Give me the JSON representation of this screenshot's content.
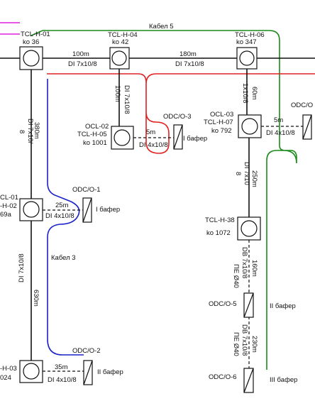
{
  "cables": {
    "cable5": "Кабел 5",
    "cable3": "Кабел 3"
  },
  "nodes": {
    "h01": {
      "name": "TCL-H-01",
      "ko": "ko 36"
    },
    "h04": {
      "name": "TCL-H-04",
      "ko": "ko 42"
    },
    "h06": {
      "name": "TCL-H-06",
      "ko": "ko 347"
    },
    "h05": {
      "line1": "OCL-02",
      "name": "TCL-H-05",
      "ko": "ko 1001"
    },
    "h07": {
      "line1": "OCL-03",
      "name": "TCL-H-07",
      "ko": "ko 792"
    },
    "h02": {
      "line1": "CL-01",
      "name": "-H-02",
      "ko": "69a"
    },
    "h38": {
      "name": "TCL-H-38",
      "ko": "ko 1072"
    },
    "h03": {
      "name": "-H-03",
      "ko": "024"
    }
  },
  "odc": {
    "o1": {
      "name": "ODC/O-1",
      "buffer": "I бафер"
    },
    "o2": {
      "name": "ODC/O-2",
      "buffer": "II бафер"
    },
    "o3": {
      "name": "ODC/O-3",
      "buffer": "I бафер"
    },
    "o4": {
      "name": "ODC/O"
    },
    "o5": {
      "name": "ODC/O-5",
      "buffer": "II бафер"
    },
    "o6": {
      "name": "ODC/O-6",
      "buffer": "III бафер"
    }
  },
  "segments": {
    "h01_h04": {
      "len": "100m",
      "type": "DI 7x10/8"
    },
    "h04_h06": {
      "len": "180m",
      "type": "DI 7x10/8"
    },
    "h04_h05": {
      "len": "100m",
      "type": "DI 7x10/8"
    },
    "h06_h07": {
      "len": "60m",
      "type": "1x10/8"
    },
    "h01_h02": {
      "len": "380m",
      "type": "DI 7x10/",
      "extra": "8"
    },
    "h02_o1": {
      "len": "25m",
      "type": "DI 4x10/8"
    },
    "h05_o3": {
      "len": "5m",
      "type": "DI 4x10/8"
    },
    "h07_o4": {
      "len": "5m",
      "type": "DI 4x10/8"
    },
    "h07_h38": {
      "len": "250m",
      "type": "DI 7x10",
      "extra": "8"
    },
    "h02_h03": {
      "len": "630m",
      "type": "DI 7x10/8"
    },
    "h03_o2": {
      "len": "35m",
      "type": "DI 4x10/8"
    },
    "h38_o5": {
      "len": "160m",
      "type": "DB 7x10/8",
      "pipe": "ПЕ Ø40"
    },
    "o5_o6": {
      "len": "230m",
      "type": "DB 7x10/8",
      "pipe": "ПЕ Ø40"
    }
  },
  "colors": {
    "green": "#1a8a1a",
    "red": "#e02020",
    "blue": "#1a22c8",
    "magenta": "#e020e0"
  }
}
